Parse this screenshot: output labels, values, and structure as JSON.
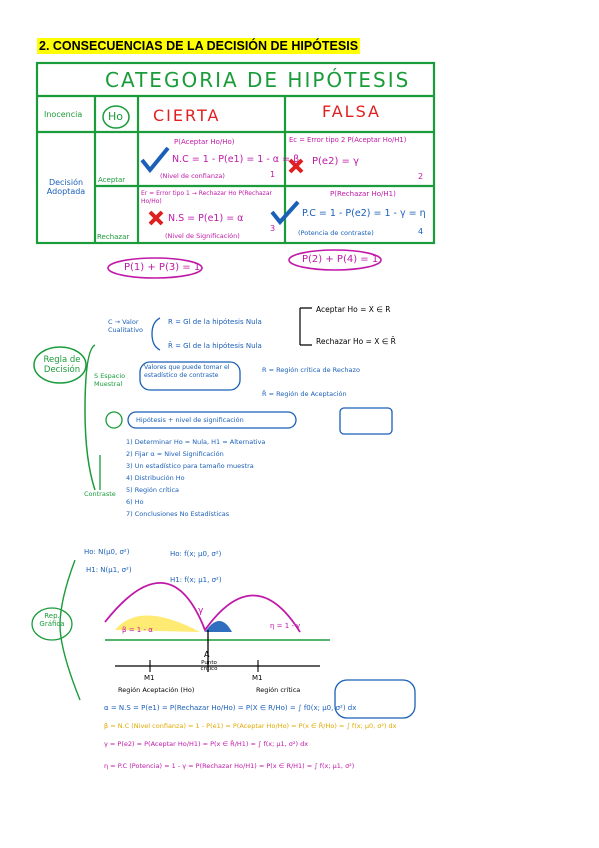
{
  "heading": "2. CONSECUENCIAS DE LA DECISIÓN DE HIPÓTESIS",
  "table": {
    "title": "CATEGORIA DE HIPÓTESIS",
    "row_head": "Inocencia",
    "ho": "Ho",
    "col_true": "CIERTA",
    "col_false": "FALSA",
    "side_label": "Decisión Adoptada",
    "accept": "Aceptar",
    "reject": "Rechazar",
    "cell_tl_top": "P(Aceptar Ho/Ho)",
    "cell_tl_main": "N.C = 1 - P(e1) = 1 - α = β",
    "cell_tl_sub": "(Nivel de confianza)",
    "cell_tl_num": "1",
    "cell_tr_top": "Ec = Error tipo 2  P(Aceptar Ho/H1)",
    "cell_tr_main": "P(e2) = γ",
    "cell_tr_num": "2",
    "cell_bl_top": "Er = Error tipo 1 → Rechazar Ho  P(Rechazar Ho/Ho)",
    "cell_bl_main": "N.S = P(e1) = α",
    "cell_bl_sub": "(Nivel de Significación)",
    "cell_bl_num": "3",
    "cell_br_top": "P(Rechazar Ho/H1)",
    "cell_br_main": "P.C = 1 - P(e2) = 1 - γ = η",
    "cell_br_sub": "(Potencia de contraste)",
    "cell_br_num": "4",
    "sum_left": "P(1) + P(3) = 1",
    "sum_right": "P(2) + P(4) = 1"
  },
  "rule": {
    "title": "Regla de Decisión",
    "c_label": "C → Valor Cualitativo",
    "r1": "R = Gl de la hipótesis Nula",
    "r2": "R̄ = Gl de la hipótesis Nula",
    "accept_line": "Aceptar Ho = X ∈ R",
    "reject_line": "Rechazar Ho = X ∈ R̄",
    "s_label": "S Espacio Muestral",
    "s_box": "Valores que puede tomar el estadístico de contraste",
    "region_rej": "R = Región crítica de Rechazo",
    "region_acc": "R̄ = Región de Aceptación",
    "sum_box": "Hipótesis + nivel de significación",
    "contraste": "Contraste",
    "steps": [
      "1) Determinar Ho = Nula, H1 = Alternativa",
      "2) Fijar α = Nivel Significación",
      "3) Un estadístico para tamaño muestra",
      "4) Distribución Ho",
      "5) Región crítica",
      "6) Ho",
      "7) Conclusiones No Estadísticas"
    ]
  },
  "graph": {
    "title": "Rep. Gráfica",
    "h0": "Ho: N(μ0, σ²)",
    "h1": "H1: N(μ1, σ²)",
    "f0": "Ho: f(x; μ0, σ²)",
    "f1": "H1: f(x; μ1, σ²)",
    "label_beta": "β = 1 - α",
    "label_eta": "η = 1 - γ",
    "label_gamma": "γ",
    "axis_m1": "M1",
    "axis_a": "A",
    "axis_m2": "M1",
    "axis_pc": "Punto crítico",
    "region_left": "Región Aceptación (Ho)",
    "region_right": "Región crítica",
    "f_alpha": "α = N.S = P(e1) = P(Rechazar Ho/Ho) = P(X ∈ R/Ho) = ∫ f0(x; μ0, σ²) dx",
    "f_beta": "β = N.C (Nivel confianza) = 1 - P(e1) = P(Aceptar Ho/Ho) = P(x ∈ R̄/Ho) = ∫ f(x; μ0, σ²) dx",
    "f_gamma": "γ = P(e2) = P(Aceptar Ho/H1) = P(x ∈ R̄/H1) = ∫ f(x; μ1, σ²) dx",
    "f_eta": "η = P.C (Potencia) = 1 - γ = P(Rechazar Ho/H1) = P(x ∈ R/H1) = ∫ f(x; μ1, σ²)"
  }
}
